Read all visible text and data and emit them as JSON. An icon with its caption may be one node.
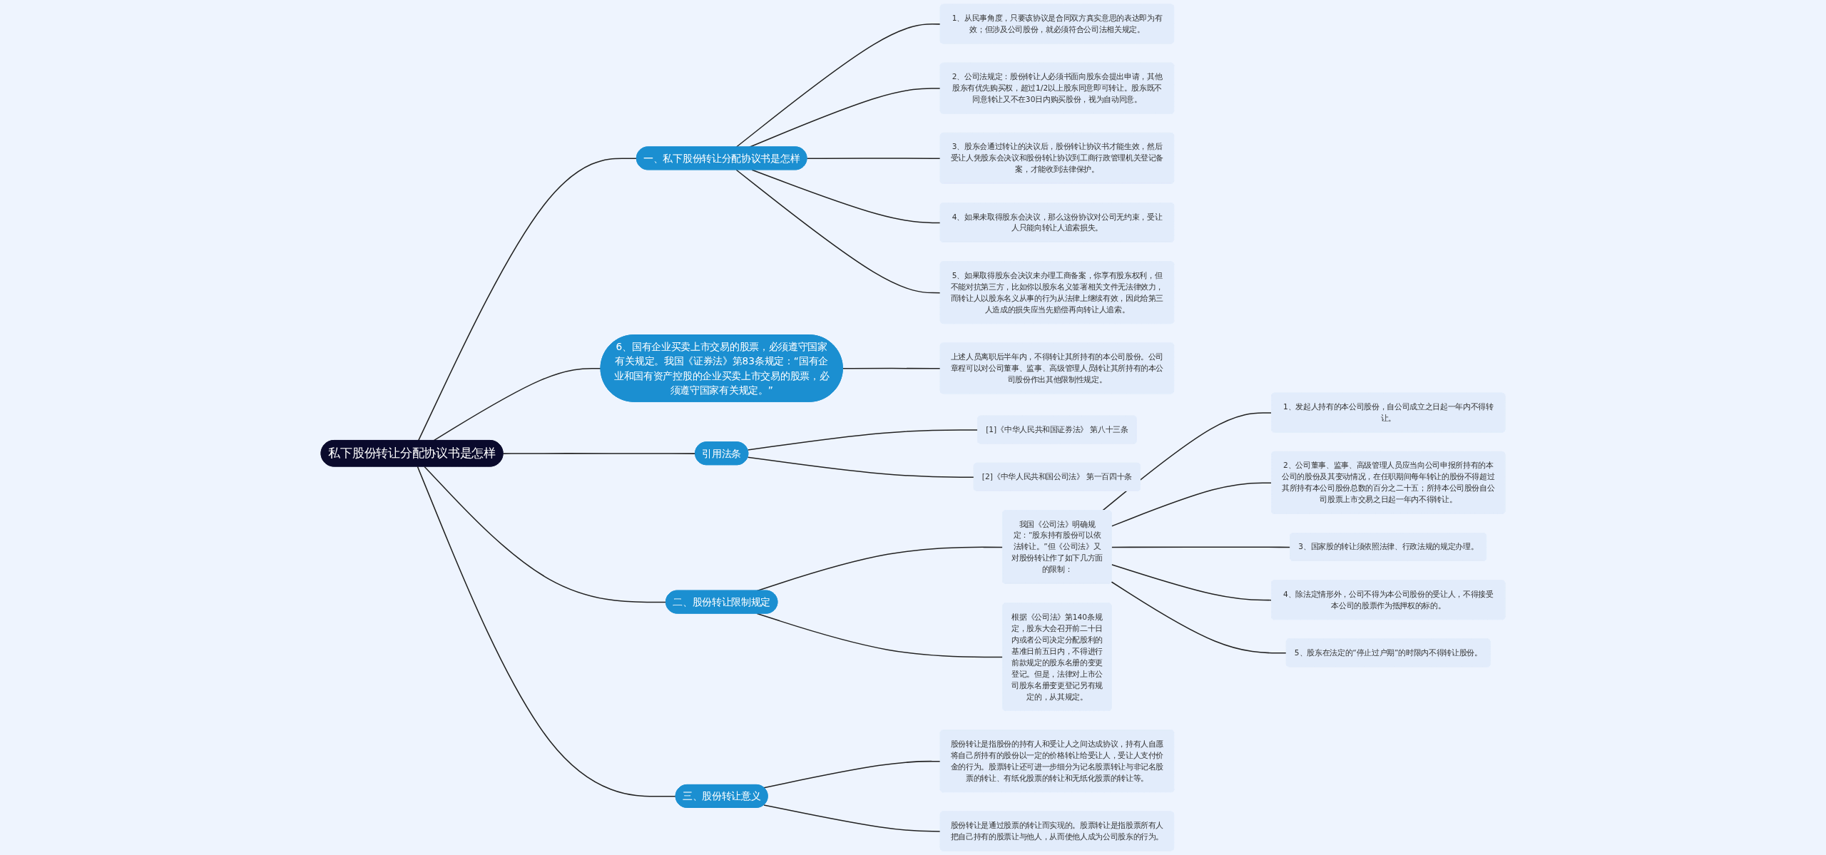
{
  "diagram": {
    "nodes": [
      {
        "text": [
          "私下股份转让分配协议书是怎样"
        ]
      },
      {
        "text": [
          "一、私下股份转让分配协议书是怎样"
        ]
      },
      {
        "text": [
          "1、从民事角度，只要该协议是合同双方真实意思的表达即为有效；但涉及公司股份，就必须符合公司法相关规定。"
        ]
      },
      {
        "text": [
          "2、公司法规定：股份转让人必须书面向股东会提出申请，其他股东有优先购买权，超过1/2以上股东同意即可转让。股东既不同意转让又不在30日内购买股份，视为自动同意。"
        ]
      },
      {
        "text": [
          "3、股东会通过转让的决议后，股份转让协议书才能生效，然后受让人凭股东会决议和股份转让协议到工商行政管理机关登记备案，才能收到法律保护。"
        ]
      },
      {
        "text": [
          "4、如果未取得股东会决议，那么这份协议对公司无约束，受让人只能向转让人追索损失。"
        ]
      },
      {
        "text": [
          "5、如果取得股东会决议未办理工商备案，你享有股东权利，但不能对抗第三方，比如你以股东名义签署相关文件无法律效力，而转让人以股东名义从事的行为从法律上继续有效，因此给第三人造成的损失应当先赔偿再向转让人追索。"
        ]
      },
      {
        "text": [
          "6、国有企业买卖上市交易的股票，必须遵守国家有关规定。我国《证券法》第83条规定：“国有企业和国有资产控股的企业买卖上市交易的股票，必须遵守国家有关规定。”"
        ]
      },
      {
        "text": [
          "上述人员离职后半年内，不得转让其所持有的本公司股份。公司章程可以对公司董事、监事、高级管理人员转让其所持有的本公司股份作出其他限制性规定。"
        ]
      },
      {
        "text": [
          "引用法条"
        ]
      },
      {
        "text": [
          "[1]《中华人民共和国证券法》 第八十三条"
        ]
      },
      {
        "text": [
          "[2]《中华人民共和国公司法》 第一百四十条"
        ]
      },
      {
        "text": [
          "二、股份转让限制规定"
        ]
      },
      {
        "text": [
          "我国《公司法》明确规定：“股东持有股份可以依法转让。”但《公司法》又对股份转让作了如下几方面的限制："
        ]
      },
      {
        "text": [
          "1、发起人持有的本公司股份，自公司成立之日起一年内不得转让。"
        ]
      },
      {
        "text": [
          "2、公司董事、监事、高级管理人员应当向公司申报所持有的本公司的股份及其变动情况，在任职期间每年转让的股份不得超过其所持有本公司股份总数的百分之二十五；所持本公司股份自公司股票上市交易之日起一年内不得转让。"
        ]
      },
      {
        "text": [
          "3、国家股的转让须依照法律、行政法规的规定办理。"
        ]
      },
      {
        "text": [
          "4、除法定情形外，公司不得为本公司股份的受让人，不得接受本公司的股票作为抵押权的标的。"
        ]
      },
      {
        "text": [
          "5、股东在法定的“停止过户期”的时限内不得转让股份。"
        ]
      },
      {
        "text": [
          "根据《公司法》第140条规定，股东大会召开前二十日内或者公司决定分配股利的基准日前五日内，不得进行前款规定的股东名册的变更登记。但是，法律对上市公司股东名册变更登记另有规定的，从其规定。"
        ]
      },
      {
        "text": [
          "三、股份转让意义"
        ]
      },
      {
        "text": [
          "股份转让是指股份的持有人和受让人之间达成协议，持有人自愿将自己所持有的股份以一定的价格转让给受让人，受让人支付价金的行为。股票转让还可进一步细分为记名股票转让与非记名股票的转让、有纸化股票的转让和无纸化股票的转让等。"
        ]
      },
      {
        "text": [
          "股份转让是通过股票的转让而实现的。股票转让是指股票所有人把自己持有的股票让与他人，从而使他人成为公司股东的行为。"
        ]
      }
    ],
    "edges": [
      {
        "from": 0,
        "to": 1,
        "arrow": "none"
      },
      {
        "from": 1,
        "to": 2,
        "arrow": "none"
      },
      {
        "from": 1,
        "to": 3,
        "arrow": "none"
      },
      {
        "from": 1,
        "to": 4,
        "arrow": "none"
      },
      {
        "from": 1,
        "to": 5,
        "arrow": "none"
      },
      {
        "from": 1,
        "to": 6,
        "arrow": "none"
      },
      {
        "from": 0,
        "to": 7,
        "arrow": "none"
      },
      {
        "from": 7,
        "to": 8,
        "arrow": "none"
      },
      {
        "from": 0,
        "to": 9,
        "arrow": "none"
      },
      {
        "from": 9,
        "to": 10,
        "arrow": "none"
      },
      {
        "from": 9,
        "to": 11,
        "arrow": "none"
      },
      {
        "from": 0,
        "to": 12,
        "arrow": "none"
      },
      {
        "from": 12,
        "to": 13,
        "arrow": "none"
      },
      {
        "from": 13,
        "to": 14,
        "arrow": "none"
      },
      {
        "from": 13,
        "to": 15,
        "arrow": "none"
      },
      {
        "from": 13,
        "to": 16,
        "arrow": "none"
      },
      {
        "from": 13,
        "to": 17,
        "arrow": "none"
      },
      {
        "from": 13,
        "to": 18,
        "arrow": "none"
      },
      {
        "from": 12,
        "to": 19,
        "arrow": "none"
      },
      {
        "from": 0,
        "to": 20,
        "arrow": "none"
      },
      {
        "from": 20,
        "to": 21,
        "arrow": "none"
      },
      {
        "from": 20,
        "to": 22,
        "arrow": "none"
      }
    ]
  }
}
